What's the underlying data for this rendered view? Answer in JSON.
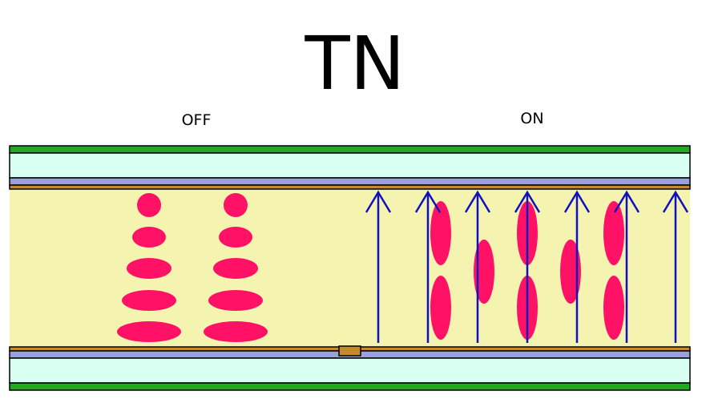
{
  "title": "TN",
  "states": {
    "off_label": "OFF",
    "on_label": "ON"
  },
  "colors": {
    "polarizer": "#1faa1f",
    "glass": "#d8fff2",
    "electrode": "#9aa0dc",
    "alignment_layer": "#c58a2c",
    "liquid_crystal": "#f4f4b0",
    "molecule": "#ff1166",
    "field_arrow": "#1010c0",
    "outline": "#000000"
  }
}
